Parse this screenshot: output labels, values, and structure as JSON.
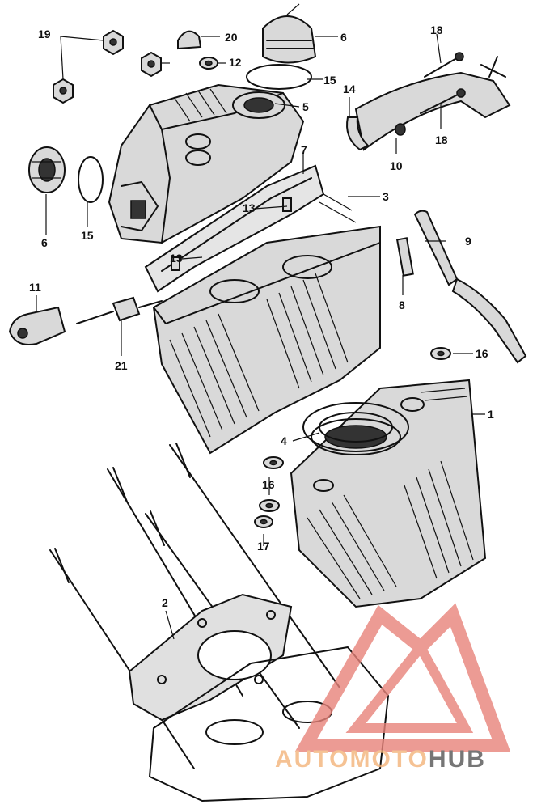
{
  "diagram": {
    "callouts": [
      "19",
      "20",
      "6",
      "12",
      "15",
      "5",
      "14",
      "18",
      "18",
      "10",
      "7",
      "3",
      "13",
      "13",
      "6",
      "15",
      "9",
      "8",
      "11",
      "21",
      "16",
      "1",
      "4",
      "16",
      "17",
      "2"
    ],
    "watermark": {
      "brand_auto": "AUTO",
      "brand_moto": "MOTO",
      "brand_hub": "HUB",
      "logo_color": "#e8837a",
      "text_color": "#f3b37a",
      "hub_color": "#555555"
    }
  }
}
